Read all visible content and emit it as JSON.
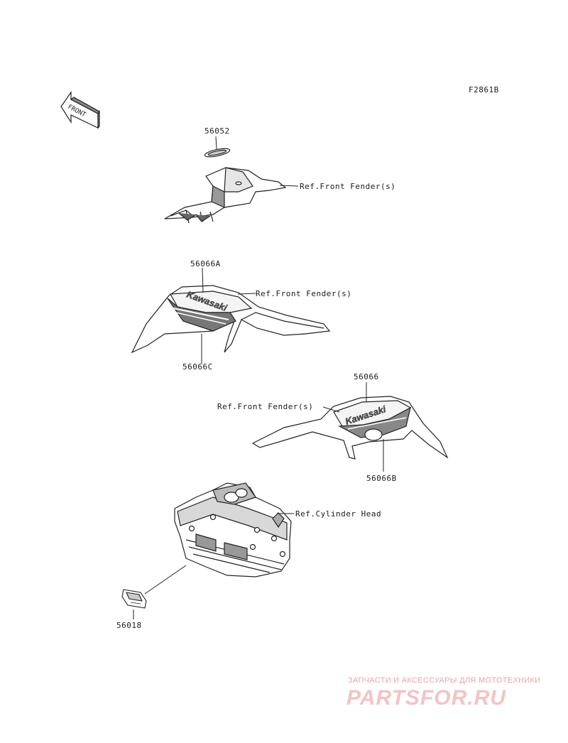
{
  "diagram_code": "F2861B",
  "front_arrow": "FRONT",
  "parts": {
    "p56052": "56052",
    "p56066A": "56066A",
    "p56066C": "56066C",
    "p56066": "56066",
    "p56066B": "56066B",
    "p56018": "56018"
  },
  "refs": {
    "front_fender_1": "Ref.Front Fender(s)",
    "front_fender_2": "Ref.Front Fender(s)",
    "front_fender_3": "Ref.Front Fender(s)",
    "cylinder_head": "Ref.Cylinder Head"
  },
  "decal_brand_1": "Kawasaki",
  "decal_brand_2": "Kawasaki",
  "watermark": {
    "subtitle": "ЗАПЧАСТИ И АКСЕССУАРЫ ДЛЯ МОТОТЕХНИКИ",
    "brand": "PARTSFOR.RU"
  }
}
